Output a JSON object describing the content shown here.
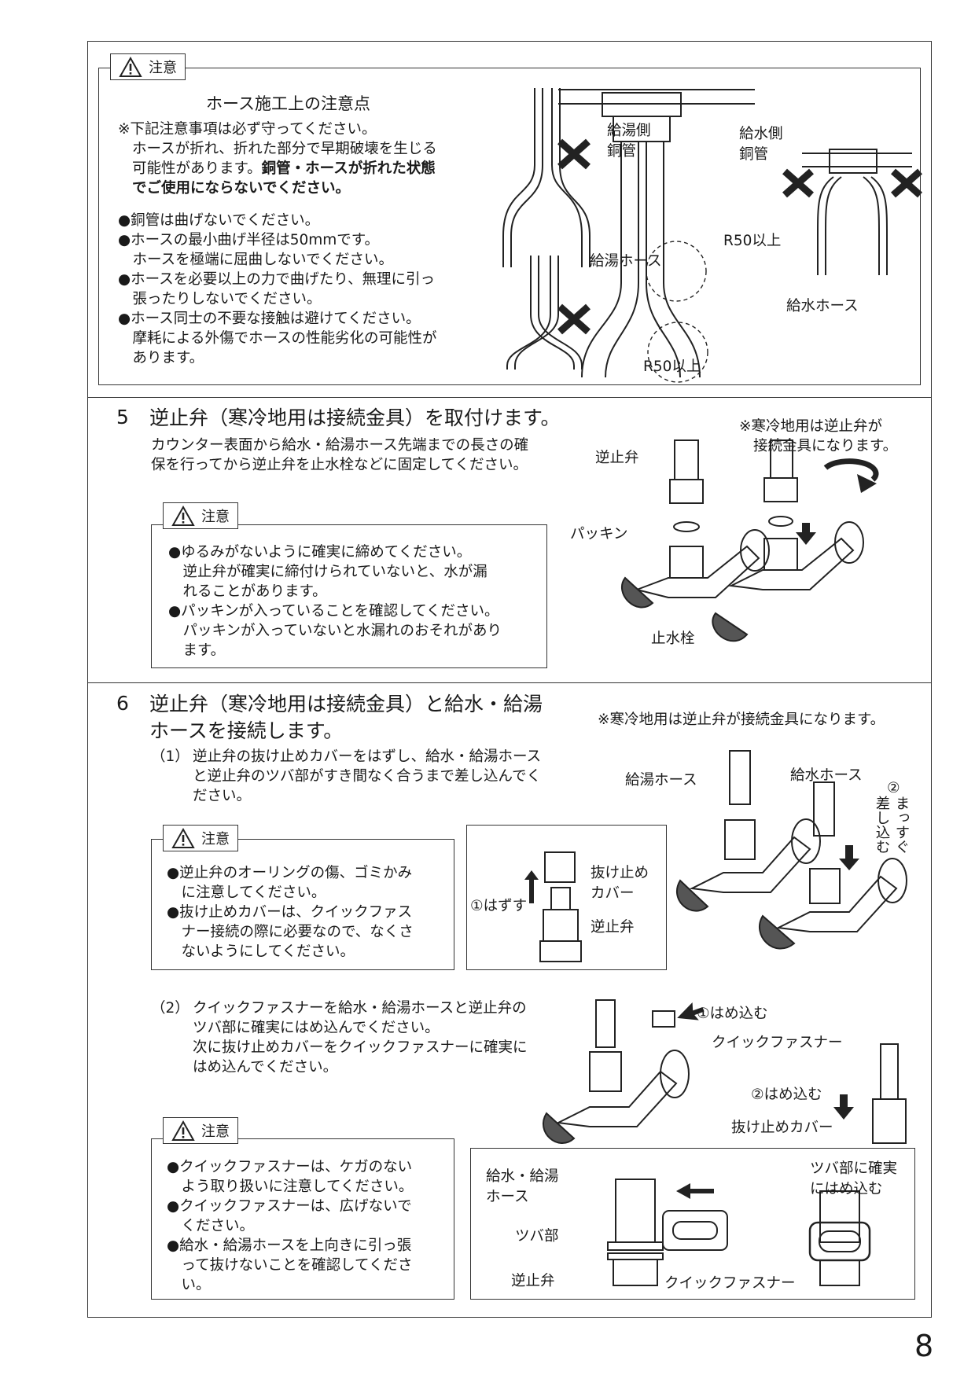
{
  "caution_label": "注意",
  "hose_caution": {
    "title": "ホース施工上の注意点",
    "note_lines": [
      "※下記注意事項は必ず守ってください。",
      "ホースが折れ、折れた部分で早期破壊を生じる",
      "可能性があります。"
    ],
    "note_bold_1": "銅管・ホースが折れた状態",
    "note_bold_2": "でご使用にならないでください。",
    "bullets": [
      "●銅管は曲げないでください。",
      "●ホースの最小曲げ半径は50mmです。",
      "　ホースを極端に屈曲しないでください。",
      "●ホースを必要以上の力で曲げたり、無理に引っ",
      "　張ったりしないでください。",
      "●ホース同士の不要な接触は避けてください。",
      "　摩耗による外傷でホースの性能劣化の可能性が",
      "　あります。"
    ],
    "labels": {
      "hot_copper_1": "給湯側",
      "hot_copper_2": "銅管",
      "cold_copper_1": "給水側",
      "cold_copper_2": "銅管",
      "hot_hose": "給湯ホース",
      "cold_hose": "給水ホース",
      "r50_top": "R50以上",
      "r50_bottom": "R50以上"
    }
  },
  "step5": {
    "number": "5",
    "title": "逆止弁（寒冷地用は接続金具）を取付けます。",
    "desc": [
      "カウンター表面から給水・給湯ホース先端までの長さの確",
      "保を行ってから逆止弁を止水栓などに固定してください。"
    ],
    "note": [
      "※寒冷地用は逆止弁が",
      "接続金具になります。"
    ],
    "caution": [
      "●ゆるみがないように確実に締めてください。",
      "　逆止弁が確実に締付けられていないと、水が漏",
      "　れることがあります。",
      "●パッキンが入っていることを確認してください。",
      "　パッキンが入っていないと水漏れのおそれがあり",
      "　ます。"
    ],
    "labels": {
      "check_valve": "逆止弁",
      "packing": "パッキン",
      "stop_valve": "止水栓"
    }
  },
  "step6": {
    "number": "6",
    "title_1": "逆止弁（寒冷地用は接続金具）と給水・給湯",
    "title_2": "ホースを接続します。",
    "note": "※寒冷地用は逆止弁が接続金具になります。",
    "sub1_num": "（1）",
    "sub1": [
      "逆止弁の抜け止めカバーをはずし、給水・給湯ホース",
      "と逆止弁のツバ部がすき間なく合うまで差し込んでく",
      "ださい。"
    ],
    "caution1": [
      "●逆止弁のオーリングの傷、ゴミかみ",
      "　に注意してください。",
      "●抜け止めカバーは、クイックファス",
      "　ナー接続の際に必要なので、なくさ",
      "　ないようにしてください。"
    ],
    "labels1": {
      "remove": "①はずす",
      "cover_1": "抜け止め",
      "cover_2": "カバー",
      "check_valve": "逆止弁",
      "hot_hose": "給湯ホース",
      "cold_hose": "給水ホース",
      "insert_num": "②",
      "insert_v": "まっすぐ",
      "insert_v2": "差し込む"
    },
    "sub2_num": "（2）",
    "sub2": [
      "クイックファスナーを給水・給湯ホースと逆止弁の",
      "ツバ部に確実にはめ込んでください。",
      "次に抜け止めカバーをクイックファスナーに確実に",
      "はめ込んでください。"
    ],
    "labels2": {
      "fit1": "①はめ込む",
      "fastener": "クイックファスナー",
      "fit2": "②はめ込む",
      "cover": "抜け止めカバー",
      "hose_1": "給水・給湯",
      "hose_2": "ホース",
      "flange": "ツバ部",
      "check_valve": "逆止弁",
      "fastener2": "クイックファスナー",
      "fit_flange_1": "ツバ部に確実",
      "fit_flange_2": "にはめ込む"
    },
    "caution2": [
      "●クイックファスナーは、ケガのない",
      "　よう取り扱いに注意してください。",
      "●クイックファスナーは、広げないで",
      "　ください。",
      "●給水・給湯ホースを上向きに引っ張",
      "　って抜けないことを確認してくださ",
      "　い。"
    ]
  },
  "page_number": "8"
}
